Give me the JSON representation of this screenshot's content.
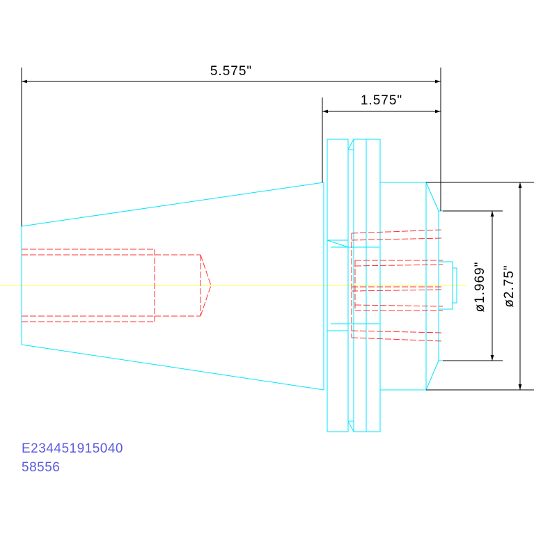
{
  "dimensions": {
    "overall_length": "5.575\"",
    "flange_length": "1.575\"",
    "inner_diameter": "ø1.969\"",
    "outer_diameter": "ø2.75\""
  },
  "part_code": {
    "line1": "E234451915040",
    "line2": "58556"
  },
  "colors": {
    "background": "#ffffff",
    "outline": "#00e5ff",
    "hidden_lines": "#ff3030",
    "centerline": "#ffff40",
    "dimension": "#000000",
    "code_text": "#5a5ae0"
  }
}
